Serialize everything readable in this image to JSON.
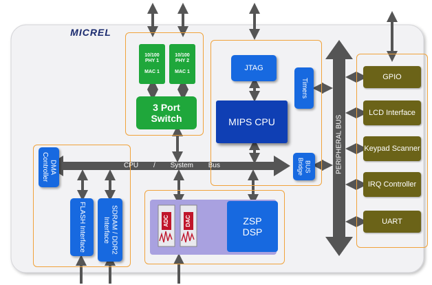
{
  "logo": "MICREL",
  "phy1": {
    "line1": "10/100",
    "line2": "PHY 1",
    "line3": "MAC 1"
  },
  "phy2": {
    "line1": "10/100",
    "line2": "PHY 2",
    "line3": "MAC 1"
  },
  "switch": {
    "line1": "3 Port",
    "line2": "Switch"
  },
  "jtag": "JTAG",
  "timers": "Timers",
  "mips_cpu": "MIPS CPU",
  "bus_bridge": "BUS Bridge",
  "peripheral_bus": "PERIPHERAL BUS",
  "cpu_bus": {
    "left": "CPU",
    "sep": "/",
    "mid": "System",
    "right": "Bus"
  },
  "dma": "DMA Controller",
  "flash": "FLASH Interface",
  "sdram": "SDRAM / DDR2 Interface",
  "adc": "ADC",
  "dac": "DAC",
  "zsp": {
    "line1": "ZSP",
    "line2": "DSP"
  },
  "peripherals": [
    "GPIO",
    "LCD Interface",
    "Keypad Scanner",
    "IRQ Controller",
    "UART"
  ],
  "colors": {
    "blue": "#1769e0",
    "olive": "#6b6318",
    "green": "#1fa73b",
    "orange": "#f0a23a",
    "bus": "#555555"
  }
}
